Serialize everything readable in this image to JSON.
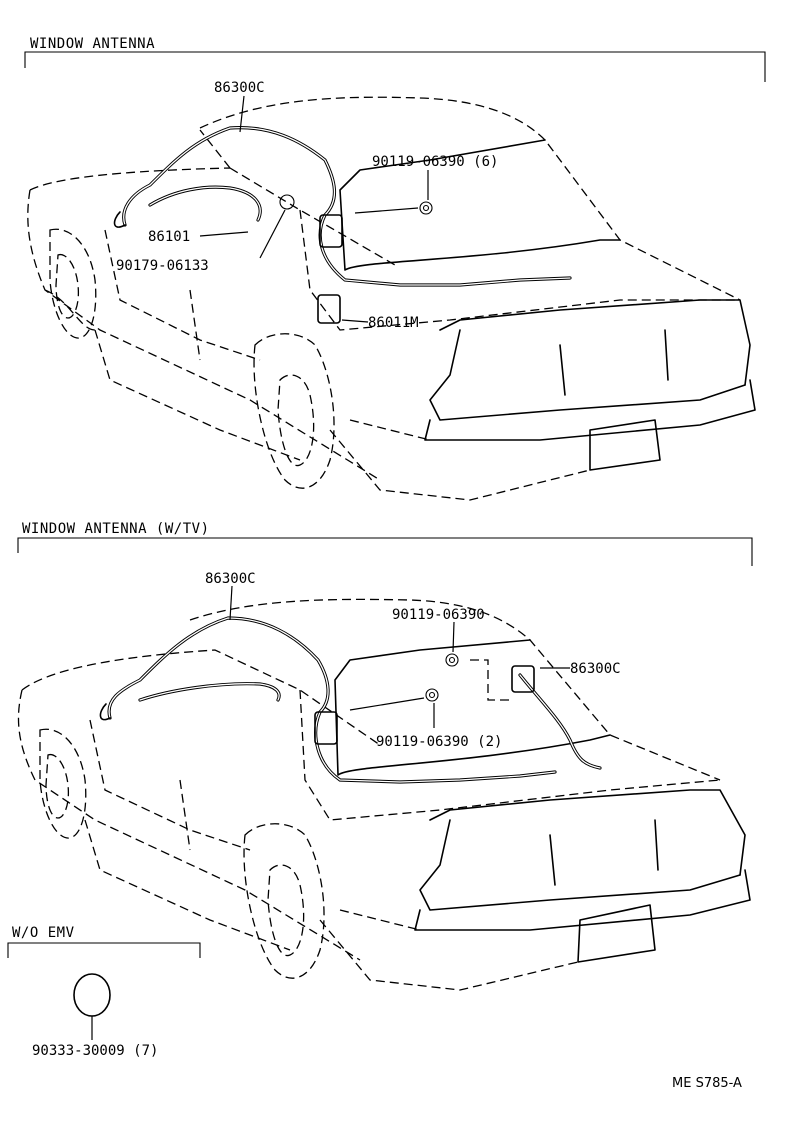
{
  "sections": {
    "top": {
      "title": "WINDOW ANTENNA",
      "labels": {
        "antenna_wire": "86300C",
        "clamp_screw": "90119-06390 (6)",
        "cord_assy": "86101",
        "grommet": "90179-06133",
        "amplifier": "86011M"
      }
    },
    "bottom": {
      "title": "WINDOW ANTENNA (W/TV)",
      "labels": {
        "antenna_wire": "86300C",
        "screw_single": "90119-06390",
        "antenna_wire_rear": "86300C",
        "screw_pair": "90119-06390 (2)"
      }
    },
    "inset": {
      "title": "W/O EMV",
      "label": "90333-30009 (7)"
    }
  },
  "footer": {
    "code": "ME S785-A"
  }
}
